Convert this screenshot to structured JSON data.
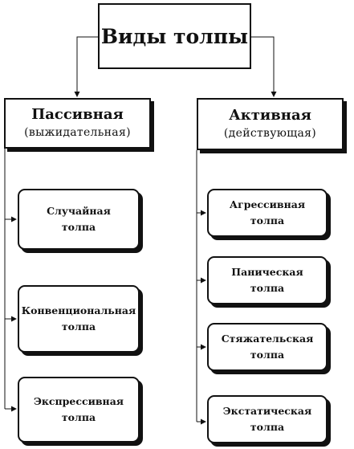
{
  "title": "Виды толпы",
  "categories": [
    {
      "name": "Пассивная",
      "subtitle": "(выжидательная)",
      "types": [
        [
          "Случайная",
          "толпа"
        ],
        [
          "Конвенциональная",
          "толпа"
        ],
        [
          "Экспрессивная",
          "толпа"
        ]
      ]
    },
    {
      "name": "Активная",
      "subtitle": "(действующая)",
      "types": [
        [
          "Агрессивная",
          "толпа"
        ],
        [
          "Паническая",
          "толпа"
        ],
        [
          "Стяжательская",
          "толпа"
        ],
        [
          "Экстатическая",
          "толпа"
        ]
      ]
    }
  ]
}
